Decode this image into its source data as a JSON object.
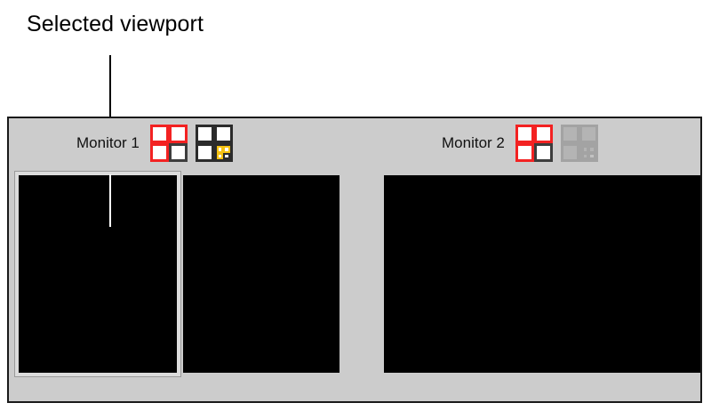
{
  "annotation": {
    "label": "Selected viewport",
    "leader_line_color": "#000000",
    "leader_line_color_over_viewport": "#ffffff"
  },
  "panel": {
    "background_color": "#cccccc",
    "border_color": "#1a1a1a"
  },
  "monitors": [
    {
      "id": "monitor-1",
      "label": "Monitor 1",
      "icons": [
        {
          "name": "layout-quad-red-icon",
          "state": "active",
          "accent_color": "#f32222",
          "outline_color": "#3d3d3d",
          "description": "2x2 viewport layout"
        },
        {
          "name": "layout-quad-subdivided-icon",
          "state": "active",
          "accent_color": "#f5c212",
          "outline_color": "#2b2b2b",
          "description": "2x2 layout with subdivided bottom-right quadrant"
        }
      ],
      "viewports": [
        {
          "name": "viewport-monitor1-left",
          "selected": true
        },
        {
          "name": "viewport-monitor1-right",
          "selected": false
        }
      ]
    },
    {
      "id": "monitor-2",
      "label": "Monitor 2",
      "icons": [
        {
          "name": "layout-quad-red-icon",
          "state": "active",
          "accent_color": "#f32222",
          "outline_color": "#3d3d3d",
          "description": "2x2 viewport layout"
        },
        {
          "name": "layout-quad-subdivided-icon",
          "state": "disabled",
          "accent_color": "#a3a3a3",
          "outline_color": "#a3a3a3",
          "description": "2x2 layout with subdivided bottom-right quadrant (disabled)"
        }
      ],
      "viewports": [
        {
          "name": "viewport-monitor2-main",
          "selected": false
        }
      ]
    }
  ]
}
